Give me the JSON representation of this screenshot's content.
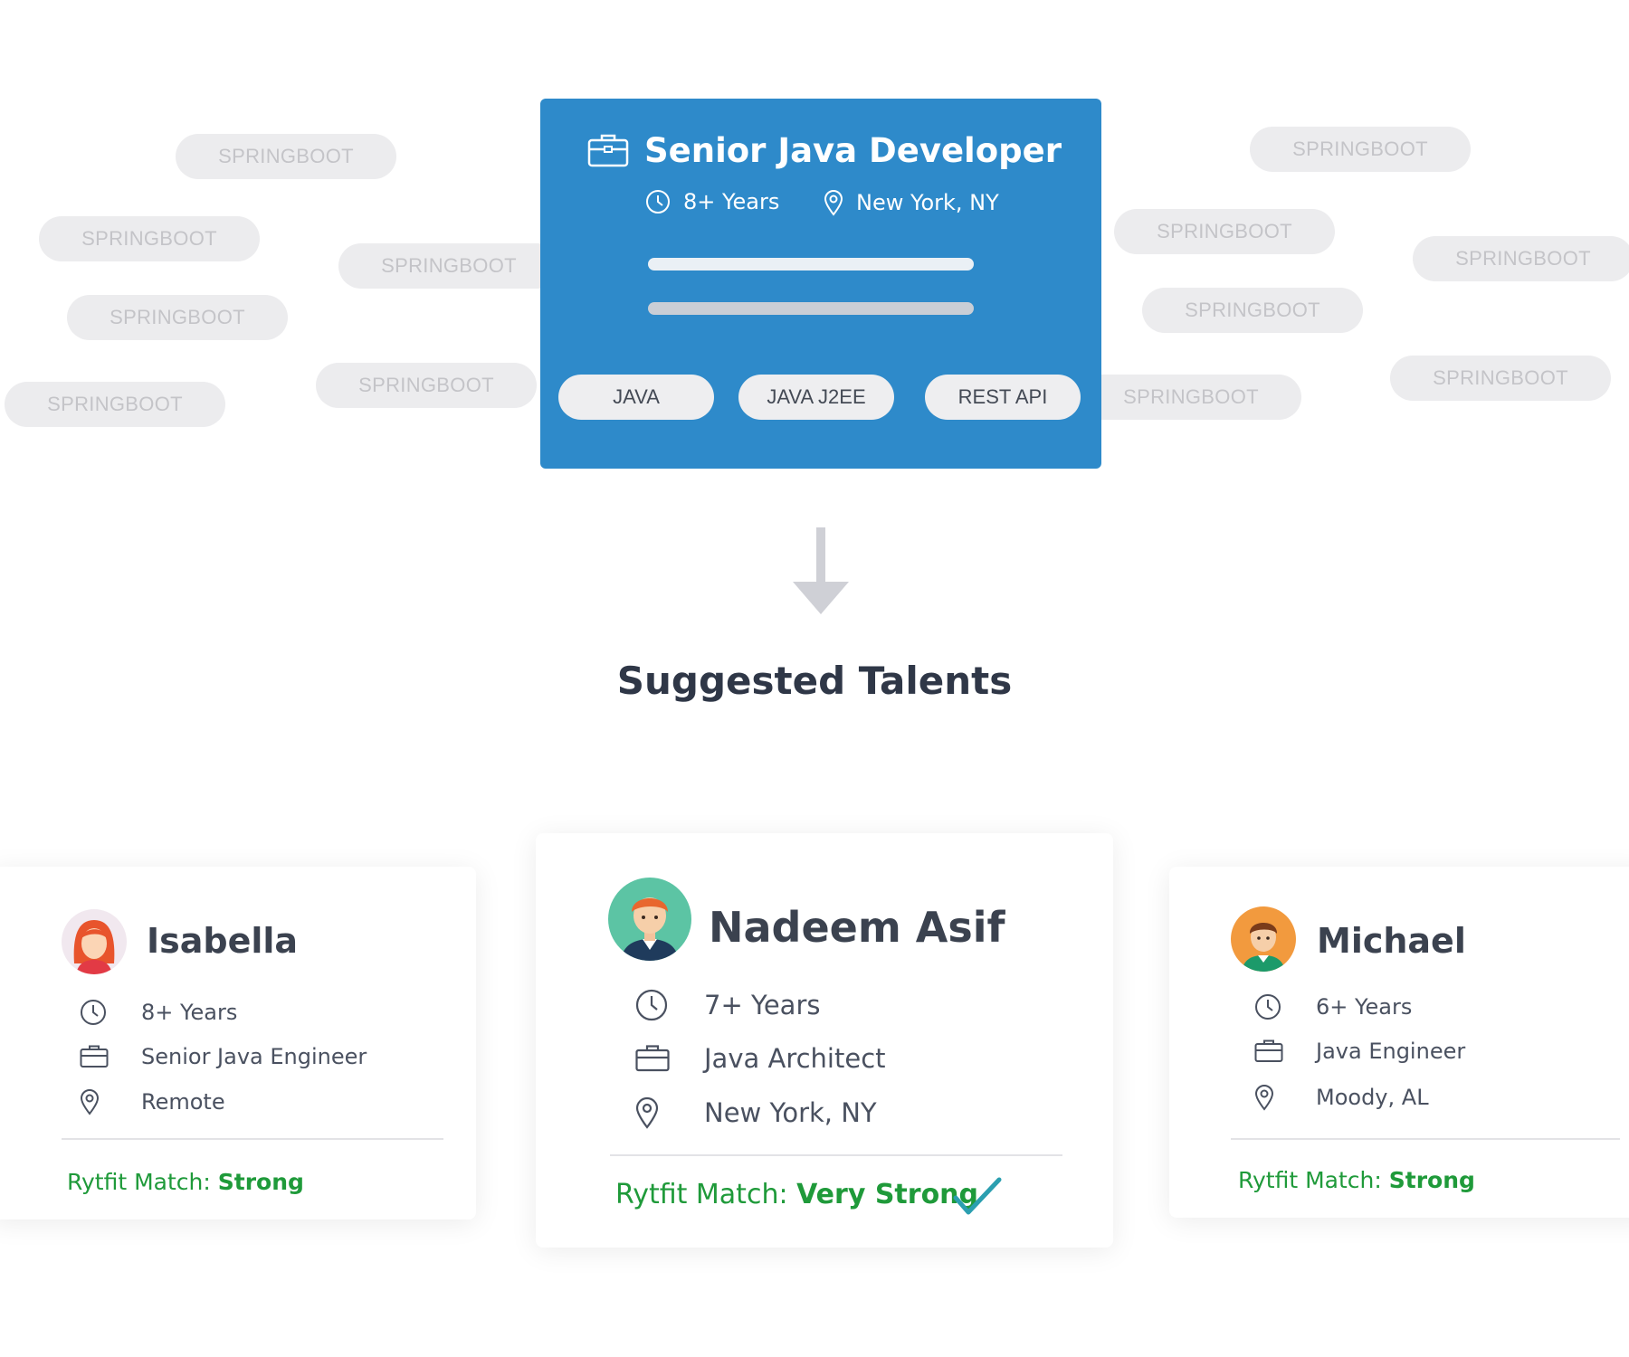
{
  "background_tags": [
    "SPRINGBOOT",
    "SPRINGBOOT",
    "SPRINGBOOT",
    "SPRINGBOOT",
    "SPRINGBOOT",
    "SPRINGBOOT",
    "SPRINGBOOT",
    "SPRINGBOOT",
    "SPRINGBOOT",
    "SPRINGBOOT",
    "SPRINGBOOT",
    "SPRINGBOOT"
  ],
  "job": {
    "title": "Senior Java Developer",
    "experience": "8+ Years",
    "location": "New York, NY",
    "skills": [
      "JAVA",
      "JAVA J2EE",
      "REST API"
    ],
    "color": "#2e8aca"
  },
  "section_title": "Suggested Talents",
  "talents": [
    {
      "name": "Isabella",
      "experience": "8+ Years",
      "role": "Senior Java Engineer",
      "location": "Remote",
      "match_label": "Rytfit Match:",
      "match_value": "Strong"
    },
    {
      "name": "Nadeem Asif",
      "experience": "7+ Years",
      "role": "Java Architect",
      "location": "New York, NY",
      "match_label": "Rytfit Match:",
      "match_value": "Very Strong"
    },
    {
      "name": "Michael",
      "experience": "6+ Years",
      "role": "Java Engineer",
      "location": "Moody, AL",
      "match_label": "Rytfit Match:",
      "match_value": "Strong"
    }
  ],
  "colors": {
    "match_green": "#1f9a3a",
    "card_blue": "#2e8aca"
  }
}
